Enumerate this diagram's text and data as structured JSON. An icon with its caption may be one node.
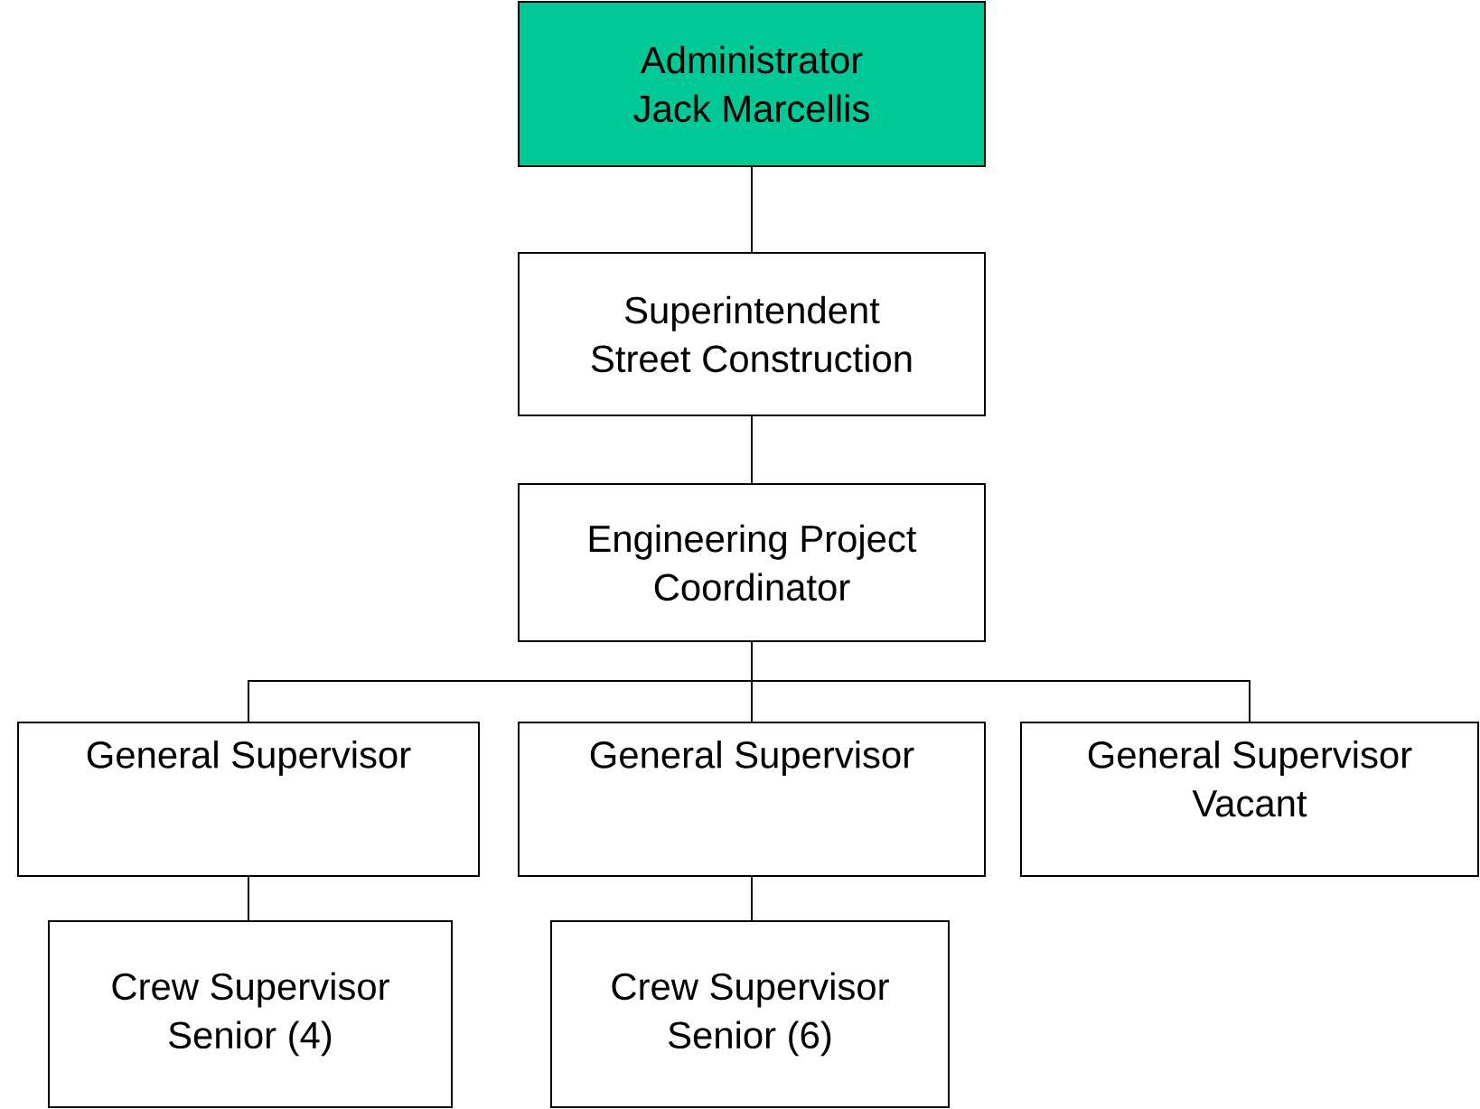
{
  "diagram": {
    "nodes": [
      {
        "text": [
          "Administrator",
          "Jack Marcellis"
        ]
      },
      {
        "text": [
          "Superintendent",
          "Street Construction"
        ]
      },
      {
        "text": [
          "Engineering Project Coordinator"
        ]
      },
      {
        "text": [
          "General Supervisor"
        ]
      },
      {
        "text": [
          "General Supervisor"
        ]
      },
      {
        "text": [
          "General Supervisor",
          "Vacant"
        ]
      },
      {
        "text": [
          "Crew Supervisor",
          "Senior (4)"
        ]
      },
      {
        "text": [
          "Crew Supervisor",
          "Senior (6)"
        ]
      }
    ],
    "edges": [
      {
        "from": 0,
        "to": 1,
        "arrow": "none"
      },
      {
        "from": 1,
        "to": 2,
        "arrow": "none"
      },
      {
        "from": 2,
        "to": 3,
        "arrow": "none"
      },
      {
        "from": 2,
        "to": 4,
        "arrow": "none"
      },
      {
        "from": 2,
        "to": 5,
        "arrow": "none"
      },
      {
        "from": 3,
        "to": 6,
        "arrow": "none"
      },
      {
        "from": 4,
        "to": 7,
        "arrow": "none"
      }
    ]
  }
}
